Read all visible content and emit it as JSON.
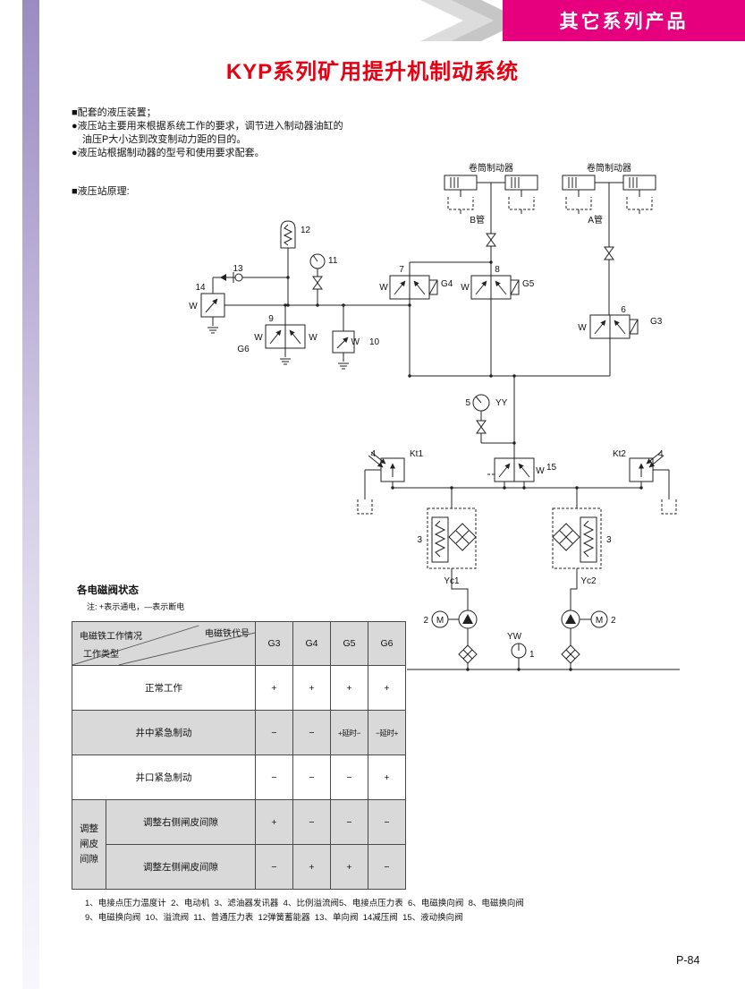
{
  "header": {
    "banner": "其它系列产品"
  },
  "title": "KYP系列矿用提升机制动系统",
  "intro": {
    "line1": "■配套的液压装置；",
    "line2": "●液压站主要用来根据系统工作的要求，调节进入制动器油缸的",
    "line3": "油压P大小达到改变制动力距的目的。",
    "line4": "●液压站根据制动器的型号和使用要求配套。",
    "principle": "■液压站原理:"
  },
  "diagram": {
    "labels": {
      "drum_left": "卷筒制动器",
      "drum_right": "卷筒制动器",
      "pipe_b": "B管",
      "pipe_a": "A管",
      "n1": "1",
      "n2_left": "2",
      "n2_right": "2",
      "n3_left": "3",
      "n3_right": "3",
      "n4_left": "4",
      "n4_right": "4",
      "n5": "5",
      "n6": "6",
      "n7": "7",
      "n8": "8",
      "n9": "9",
      "n10": "10",
      "n11": "11",
      "n12": "12",
      "n13": "13",
      "n14": "14",
      "n15": "15",
      "g3": "G3",
      "g4": "G4",
      "g5": "G5",
      "g6": "G6",
      "yy": "YY",
      "yw": "YW",
      "kt1": "Kt1",
      "kt2": "Kt2",
      "yc1": "Yc1",
      "yc2": "Yc2"
    },
    "symbols": {
      "spring": "W",
      "motor": "M"
    }
  },
  "table": {
    "title": "各电磁阀状态",
    "note": "注: +表示通电，—表示断电",
    "header": {
      "situation": "电磁铁工作情况",
      "code": "电磁铁代号",
      "type": "工作类型"
    },
    "columns": [
      "G3",
      "G4",
      "G5",
      "G6"
    ],
    "group_label": "调整闸皮间隙",
    "rows": [
      {
        "label": "正常工作",
        "values": [
          "+",
          "+",
          "+",
          "+"
        ]
      },
      {
        "label": "井中紧急制动",
        "values": [
          "−",
          "−",
          "+延时−",
          "−延时+"
        ]
      },
      {
        "label": "井口紧急制动",
        "values": [
          "−",
          "−",
          "−",
          "+"
        ]
      },
      {
        "label": "调整右侧闸皮间隙",
        "values": [
          "+",
          "−",
          "−",
          "−"
        ]
      },
      {
        "label": "调整左侧闸皮间隙",
        "values": [
          "−",
          "+",
          "+",
          "−"
        ]
      }
    ]
  },
  "notes": {
    "line1": "1、电接点压力温度计  2、电动机  3、滤油器发讯器  4、比例溢流阀5、电接点压力表  6、电磁换向阀  8、电磁换向阀",
    "line2": "9、电磁换向阀  10、溢流阀  11、普通压力表  12弹簧蓄能器  13、单向阀  14减压阀  15、液动换向阀"
  },
  "page_number": "P-84",
  "colors": {
    "banner": "#e6007d",
    "title_red": "#e60012",
    "table_gray": "#d9d9d9",
    "strip_top": "#9a8cc2"
  }
}
